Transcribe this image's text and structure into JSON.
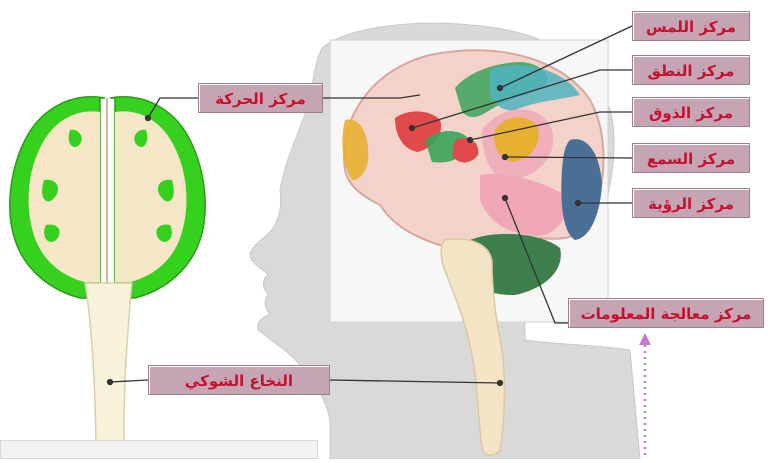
{
  "labels": {
    "touch": "مركز اللمس",
    "speech": "مركز النطق",
    "taste": "مركز الذوق",
    "hearing": "مركز السمع",
    "vision": "مركز الرؤية",
    "motor": "مركز الحركة",
    "spinal_cord": "النخاع الشوكي",
    "information_processing": "مركز معالجة المعلومات"
  },
  "colors": {
    "label_bg": "#c5a4b4",
    "label_text": "#c8102e",
    "cortex_green": "#36d11f",
    "white_matter": "#f5e6c8",
    "silhouette": "#d9d9d9",
    "touch_area": "#4fb3bf",
    "motor_area": "#3aa35a",
    "speech_area": "#e04a4a",
    "hearing_area": "#e8b030",
    "vision_area": "#4a6f96",
    "processing_area": "#f0a8b8",
    "cerebellum": "#3f7f4e",
    "arrow": "#c77ac7"
  }
}
